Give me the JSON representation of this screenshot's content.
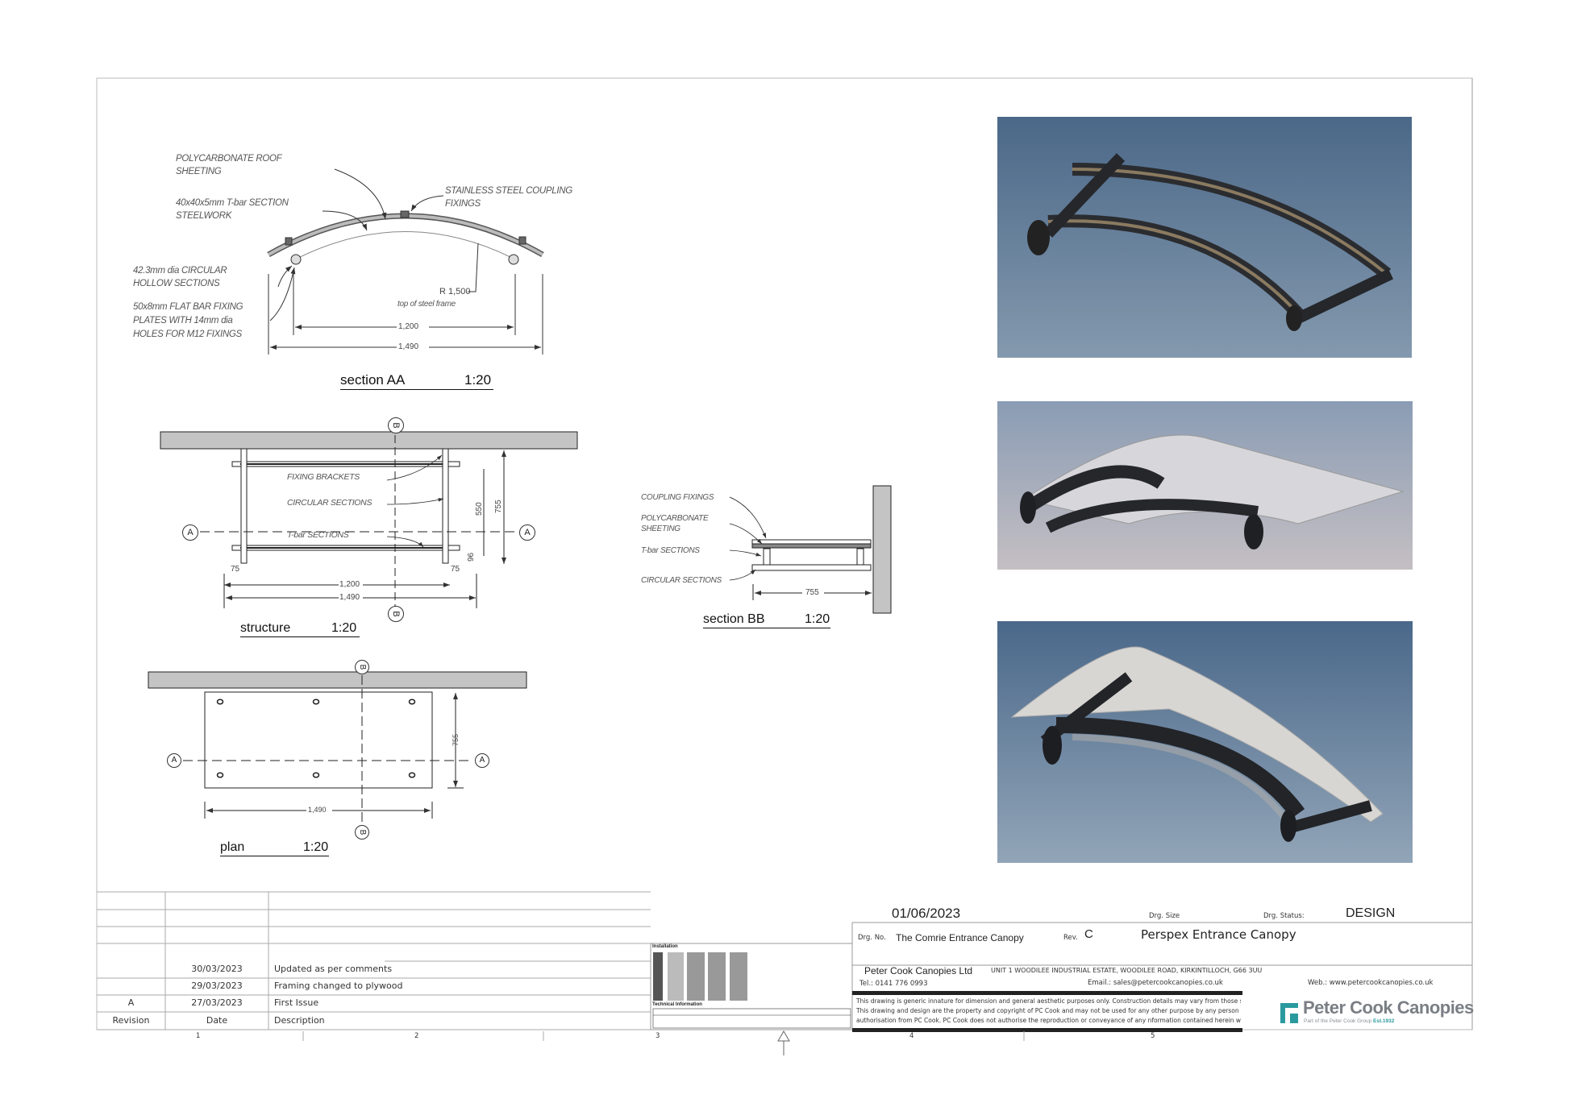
{
  "section_aa": {
    "labels": [
      "POLYCARBONATE ROOF",
      "SHEETING",
      "40x40x5mm T-bar SECTION",
      "STEELWORK",
      "42.3mm dia CIRCULAR",
      "HOLLOW SECTIONS",
      "50x8mm FLAT BAR FIXING",
      "PLATES WITH  14mm dia",
      "HOLES FOR M12 FIXINGS",
      "STAINLESS STEEL COUPLING",
      "FIXINGS"
    ],
    "radius": "R 1,500",
    "radius_note": "top of steel frame",
    "dim_inner": "1,200",
    "dim_outer": "1,490",
    "title": "section AA",
    "scale": "1:20"
  },
  "structure": {
    "labels": [
      "FIXING BRACKETS",
      "CIRCULAR SECTIONS",
      "T-bar SECTIONS"
    ],
    "dims": {
      "d550": "550",
      "d755": "755",
      "d96": "96",
      "d75": "75",
      "d1200": "1,200",
      "d1490": "1,490"
    },
    "markers": {
      "a": "A",
      "b": "B"
    },
    "title": "structure",
    "scale": "1:20"
  },
  "section_bb": {
    "labels": [
      "COUPLING FIXINGS",
      "POLYCARBONATE",
      "SHEETING",
      "T-bar SECTIONS",
      "CIRCULAR SECTIONS"
    ],
    "dim": "755",
    "title": "section BB",
    "scale": "1:20"
  },
  "plan": {
    "dims": {
      "d755": "755",
      "d1490": "1,490"
    },
    "title": "plan",
    "scale": "1:20"
  },
  "revisions": {
    "rows": [
      {
        "rev": "",
        "date": "30/03/2023",
        "desc": "Updated as per comments"
      },
      {
        "rev": "",
        "date": "29/03/2023",
        "desc": "Framing changed to plywood"
      },
      {
        "rev": "A",
        "date": "27/03/2023",
        "desc": "First Issue"
      }
    ],
    "headers": {
      "rev": "Revision",
      "date": "Date",
      "desc": "Description"
    }
  },
  "install_sheet": {
    "heading": "Installation",
    "tech_heading": "Technical Information"
  },
  "title_block": {
    "date": "01/06/2023",
    "drg_size_label": "Drg. Size",
    "drg_status_label": "Drg. Status:",
    "drg_status": "DESIGN",
    "drg_no_label": "Drg. No.",
    "drg_no": "The Comrie Entrance Canopy",
    "rev_label": "Rev.",
    "rev": "C",
    "title": "Perspex Entrance Canopy",
    "company": "Peter Cook Canopies Ltd",
    "address": "UNIT 1  WOODILEE INDUSTRIAL ESTATE, WOODILEE ROAD, KIRKINTILLOCH, G66 3UU",
    "tel": "Tel.: 0141 776 0993",
    "email": "Email.: sales@petercookcanopies.co.uk",
    "web": "Web.: www.petercookcanopies.co.uk",
    "disclaimer": [
      "This drawing is generic innature for dimension and general aesthetic purposes only. Construction details may vary from those shown.",
      "This drawing and design are the property and copyright of PC Cook and may not be used for any other purpose by any person without specific",
      "authorisation from PC Cook. PC Cook does not authorise the reproduction or conveyance of any nformation contained herein without prior pe"
    ],
    "logo_name": "Peter Cook Canopies",
    "logo_tagline": "Part of the Peter Cook Group",
    "logo_est": "Est.1932"
  },
  "grid_columns": [
    "1",
    "2",
    "3",
    "4",
    "5"
  ],
  "colors": {
    "brand_teal": "#2a9a9e",
    "wall_grey": "#c4c4c4",
    "render_sky": "#56718f"
  }
}
